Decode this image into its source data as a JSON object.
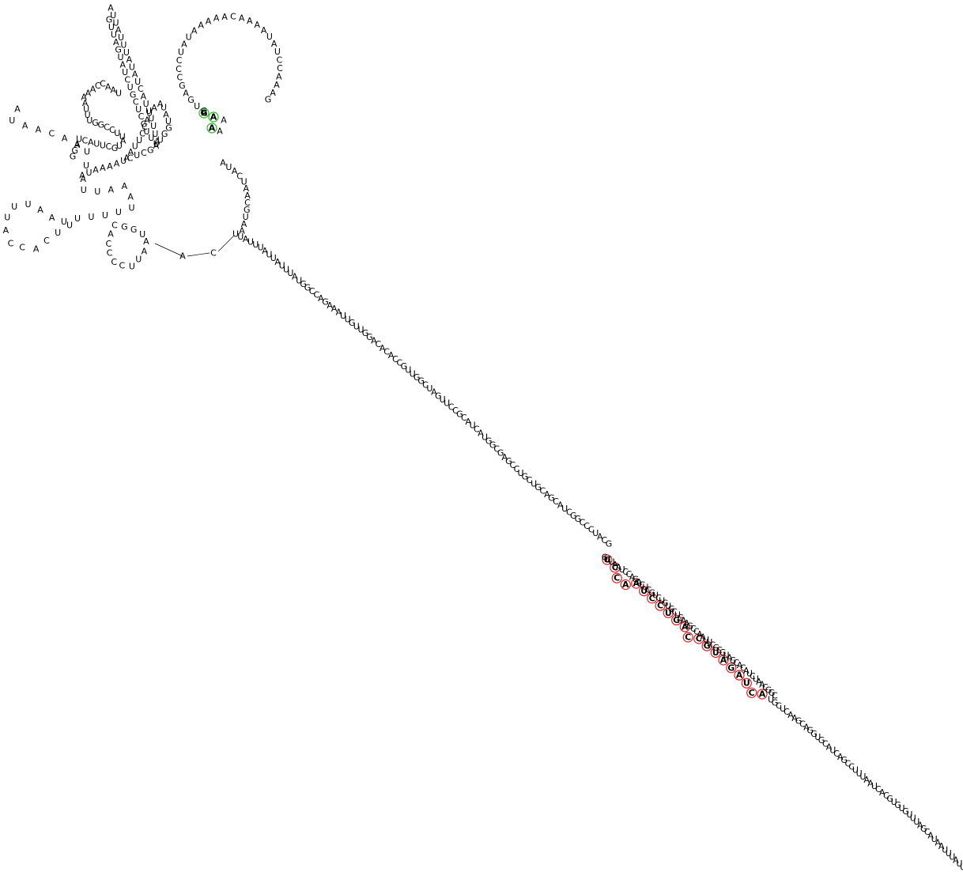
{
  "diagram": {
    "type": "rna-secondary-structure",
    "highlight_colors": {
      "red": "#e02020",
      "green": "#22bb22"
    },
    "segments": [
      {
        "id": "branch-top-left",
        "letters": "AUUAUUUAUAUCAUUUUUAUUUGCUCGUCUAUGAUUG"
      },
      {
        "id": "branch-left-upper",
        "letters": "UAACCAAAAUUUGGCCUUAUGCUUACUAGG"
      },
      {
        "id": "branch-middle",
        "letters": "AUAAAAUCUCGAUGGUAUAAUACCUUAA"
      },
      {
        "id": "branch-left-lower",
        "letters": "AUAACAAUUAUUAAAUUUUUUAAUUUACCACUU"
      },
      {
        "id": "branch-bottom-left",
        "letters": "ACCCCUUAAUGGC"
      },
      {
        "id": "multiloop-closing",
        "letters": "AC"
      },
      {
        "id": "top-hairpin",
        "letters": "AAGUGAGCCCUAUAAAAACAAAAUAUCCAAAGAA"
      },
      {
        "id": "multiloop-right",
        "letters": "AUACUAACGUAA"
      },
      {
        "id": "long-helix-upper",
        "letters": "UUAUUUAUUAUUUAUGGCCAGAAAUUGUUGGACACACCGUUGGCUAGUUCCGCAUCAUGGCGAGCCUGCUGCAGCAUCGGCCCUACG"
      },
      {
        "id": "long-helix-middle",
        "letters": "GCUAAUCCAGACUCGUCUGUGCUGAAGCCAAUUCGCGUAGCACAUCUAACGGC"
      },
      {
        "id": "long-helix-lower",
        "letters": "UGCUCAAGCAGGUGCAUCAGCCUUUAAUCACGUGUGUUUAGCAUAAUUUAUU"
      }
    ],
    "highlighted_red": "UCCAAUCCUGACCGUAGAUCA",
    "highlighted_green": "GAA"
  }
}
